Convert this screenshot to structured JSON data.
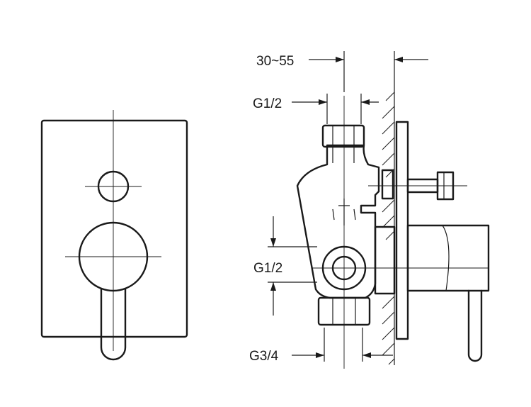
{
  "diagram": {
    "labels": {
      "depth_range": "30~55",
      "top_connection": "G1/2",
      "side_connection": "G1/2",
      "bottom_connection": "G3/4"
    }
  }
}
